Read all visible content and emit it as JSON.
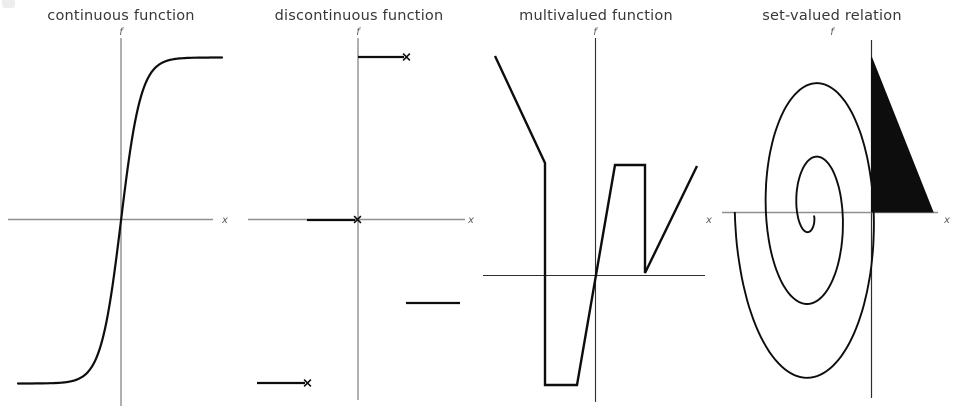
{
  "figure": {
    "kind": "four-panel mathematical sketch comparing function types",
    "background": "#ffffff",
    "ink_color": "#0d0d0d",
    "gray_axis_color": "#8f8f8f",
    "dark_axis_color": "#2e2e2e",
    "label_color": "#5a5a5a",
    "title_color": "#383838"
  },
  "chart_data": [
    {
      "type": "line",
      "title": "continuous function",
      "xlabel": "x",
      "ylabel": "f",
      "description": "single smooth sigmoid (tanh-like) curve rising from lower-left plateau through the origin to upper-right plateau",
      "axes": {
        "vertical": {
          "x": 121,
          "y1": 38,
          "y2": 406,
          "color": "#8f8f8f",
          "width": 1.4
        },
        "horizontal": {
          "y": 219.5,
          "x1": 8,
          "x2": 213,
          "color": "#8f8f8f",
          "width": 1.4
        },
        "f_label_pos": [
          121,
          35
        ],
        "x_label_pos": [
          225,
          223
        ]
      },
      "curve": {
        "kind": "tanh",
        "center": [
          121,
          220.5
        ],
        "amplitude": 163,
        "width_scale": 20,
        "x_range": [
          18,
          222
        ],
        "stroke_width": 2.2
      }
    },
    {
      "type": "line",
      "title": "discontinuous function",
      "xlabel": "x",
      "ylabel": "f",
      "description": "four disjoint horizontal branches; open endpoints marked with small x crosses",
      "axes": {
        "vertical": {
          "x": 358,
          "y1": 38,
          "y2": 400,
          "color": "#8f8f8f",
          "width": 1.4
        },
        "horizontal": {
          "y": 219.5,
          "x1": 248,
          "x2": 465,
          "color": "#8f8f8f",
          "width": 1.4
        },
        "f_label_pos": [
          358,
          35
        ],
        "x_label_pos": [
          471,
          223
        ]
      },
      "segments": [
        {
          "from": [
            358,
            57
          ],
          "to": [
            404,
            57
          ],
          "excluded_endpoint": [
            406.5,
            57
          ]
        },
        {
          "from": [
            307,
            220
          ],
          "to": [
            355,
            220
          ],
          "excluded_endpoint": [
            357.5,
            219.5
          ]
        },
        {
          "from": [
            406,
            303
          ],
          "to": [
            460,
            303
          ],
          "excluded_endpoint": null
        },
        {
          "from": [
            257,
            383
          ],
          "to": [
            305,
            383
          ],
          "excluded_endpoint": [
            307.5,
            383
          ]
        }
      ],
      "segment_stroke_width": 2.2,
      "marker_half_size": 3.4
    },
    {
      "type": "line",
      "title": "multivalued function",
      "xlabel": "x",
      "ylabel": "f",
      "description": "single connected zigzag path that takes several f values for the same x (vertical segments)",
      "axes": {
        "vertical": {
          "x": 595.5,
          "y1": 38,
          "y2": 402,
          "color": "#2e2e2e",
          "width": 1.1
        },
        "horizontal": {
          "y": 275.5,
          "x1": 483,
          "x2": 705,
          "color": "#2e2e2e",
          "width": 1.1
        },
        "f_label_pos": [
          595,
          35
        ],
        "x_label_pos": [
          709,
          223
        ]
      },
      "polyline": [
        [
          495,
          56
        ],
        [
          545,
          163
        ],
        [
          545,
          385
        ],
        [
          577,
          385
        ],
        [
          615,
          165
        ],
        [
          645,
          165
        ],
        [
          645,
          273
        ],
        [
          697,
          166
        ]
      ],
      "polyline_stroke_width": 2.4
    },
    {
      "type": "line",
      "title": "set-valued relation",
      "xlabel": "x",
      "ylabel": "f",
      "description": "outward elliptical spiral left of the f axis plus a solid filled right triangle against the f axis above the x axis",
      "axes": {
        "vertical": {
          "x": 871.5,
          "y1": 40,
          "y2": 398,
          "color": "#2e2e2e",
          "width": 1.2
        },
        "horizontal": {
          "y": 212.5,
          "x1": 722,
          "x2": 938,
          "color": "#8f8f8f",
          "width": 1.4
        },
        "f_label_pos": [
          832,
          35
        ],
        "x_label_pos": [
          947,
          223
        ]
      },
      "spiral": {
        "center": [
          812,
          212
        ],
        "r0": 6,
        "growth": 11.8,
        "t0": 0.63,
        "t1": 15.708,
        "x_scale": 0.42,
        "stroke_width": 1.9
      },
      "filled_triangle": [
        [
          871.5,
          57
        ],
        [
          871.5,
          212
        ],
        [
          933,
          212
        ]
      ]
    }
  ]
}
